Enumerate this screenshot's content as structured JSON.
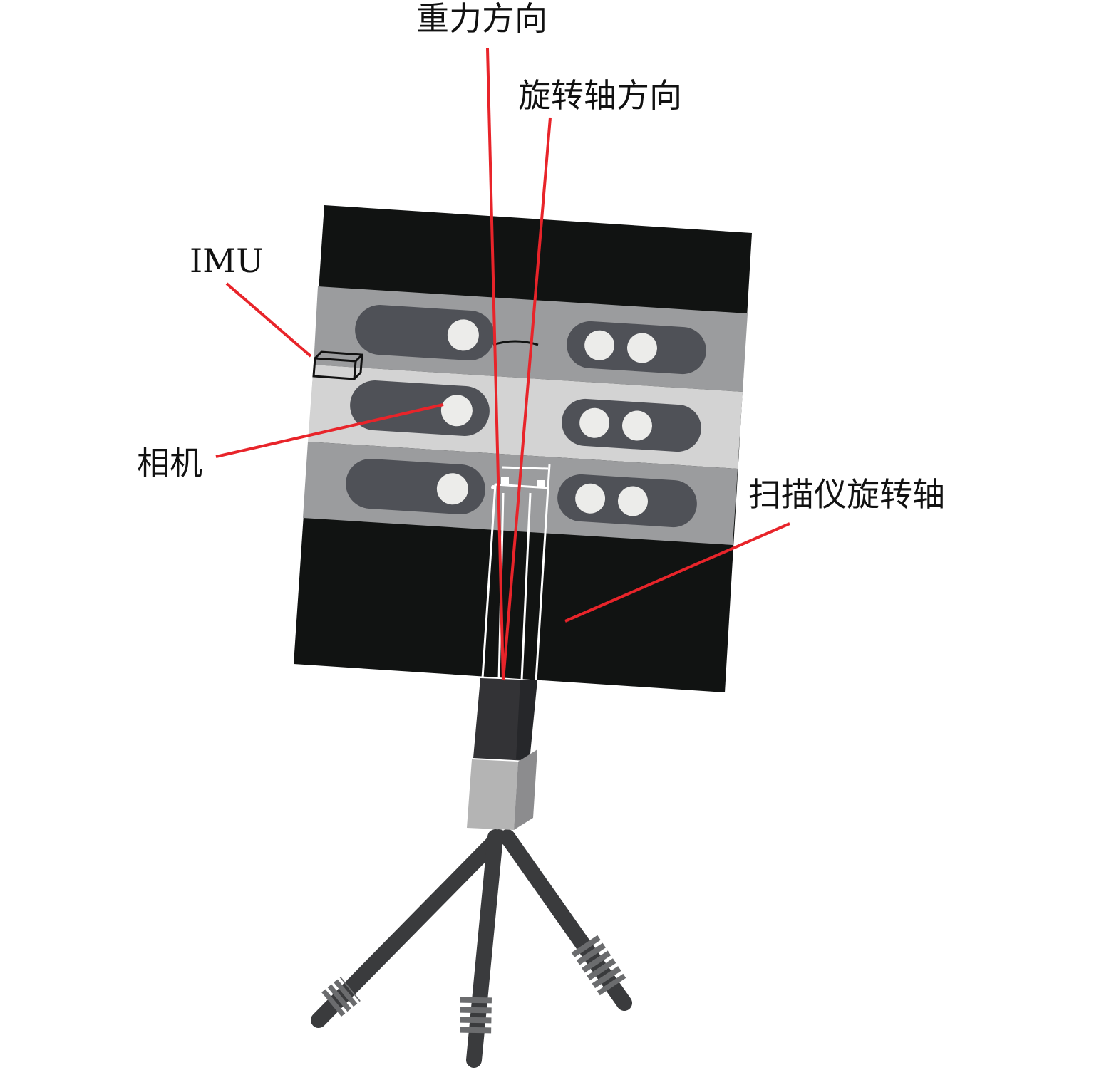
{
  "labels": {
    "gravity_direction": "重力方向",
    "rotation_axis_direction": "旋转轴方向",
    "imu": "IMU",
    "camera": "相机",
    "scanner_rotation_axis": "扫描仪旋转轴"
  },
  "colors": {
    "arrow_red": "#e8242a",
    "panel_black": "#111312",
    "band_mid_gray": "#9b9c9e",
    "band_light_gray": "#d3d3d3",
    "camera_pill": "#4f5157",
    "lens": "#ececea",
    "mount_gray": "#b4b4b4",
    "column_dark": "#333336",
    "tripod_leg": "#3a3b3d"
  }
}
